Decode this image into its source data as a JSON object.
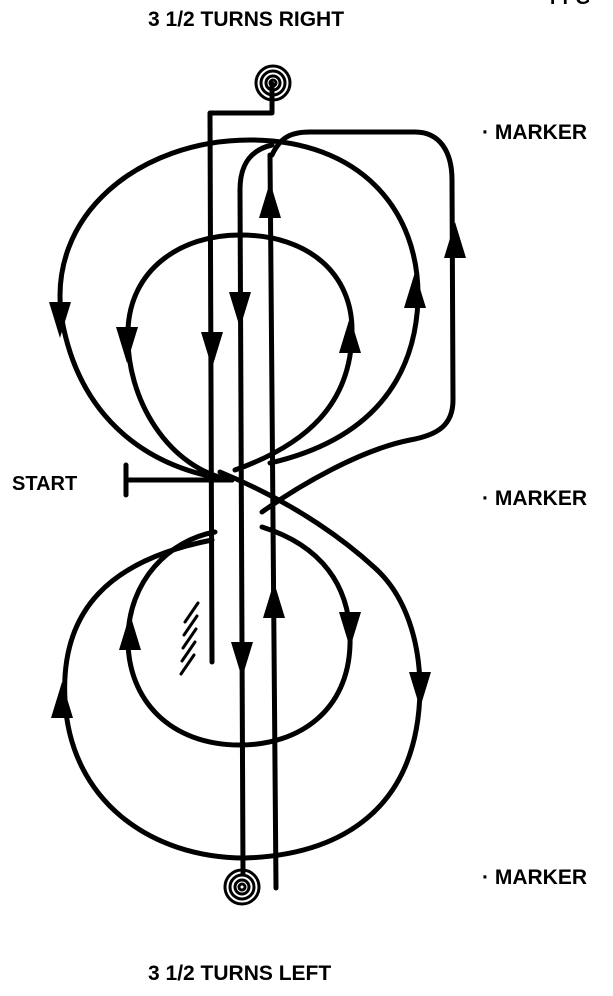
{
  "labels": {
    "top_turns": "3 1/2 TURNS RIGHT",
    "bottom_turns": "3 1/2 TURNS LEFT",
    "start": "START",
    "corner_partial": "PPG",
    "markers": [
      "MARKER",
      "MARKER",
      "MARKER"
    ],
    "marker_bullet": "·"
  },
  "colors": {
    "line": "#000000",
    "background": "#ffffff"
  },
  "icons": {
    "spiral": "spiral-icon",
    "arrowhead": "arrowhead-icon",
    "hatch": "hatch-marks-icon"
  }
}
